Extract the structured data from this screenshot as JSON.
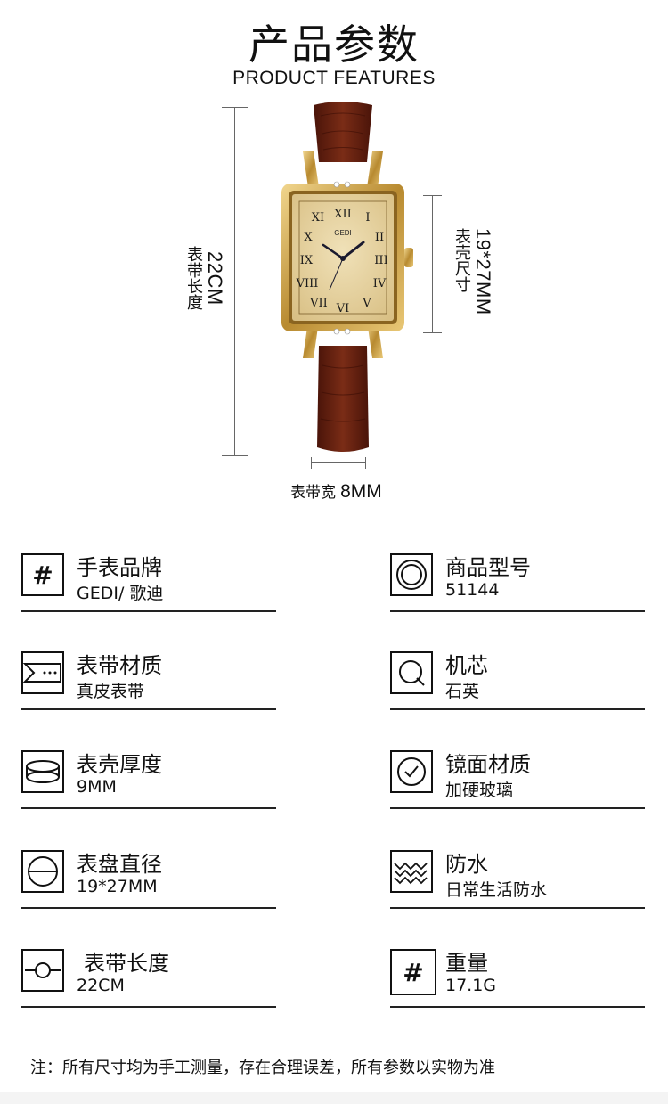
{
  "header": {
    "title_cn": "产品参数",
    "title_en": "PRODUCT FEATURES"
  },
  "dimensions": {
    "strap_length_label": "表带长度",
    "strap_length_value": "22CM",
    "case_size_label": "表壳尺寸",
    "case_size_value": "19*27MM",
    "band_width_label": "表带宽",
    "band_width_value": "8MM"
  },
  "watch": {
    "brand_mark": "GEDI"
  },
  "specs": [
    {
      "icon": "hash-icon",
      "label": "手表品牌",
      "value": "GEDI/ 歌迪"
    },
    {
      "icon": "concentric-circles-icon",
      "label": "商品型号",
      "value": "51144"
    },
    {
      "icon": "strap-icon",
      "label": "表带材质",
      "value": "真皮表带"
    },
    {
      "icon": "magnifier-q-icon",
      "label": "机芯",
      "value": "石英"
    },
    {
      "icon": "case-thickness-icon",
      "label": "表壳厚度",
      "value": "9MM"
    },
    {
      "icon": "check-circle-icon",
      "label": "镜面材质",
      "value": "加硬玻璃"
    },
    {
      "icon": "dial-diameter-icon",
      "label": "表盘直径",
      "value": "19*27MM"
    },
    {
      "icon": "waves-icon",
      "label": "防水",
      "value": "日常生活防水"
    },
    {
      "icon": "strap-length-icon",
      "label": "表带长度",
      "value": "22CM"
    },
    {
      "icon": "hash-icon",
      "label": "重量",
      "value": "17.1G"
    }
  ],
  "note": "注：所有尺寸均为手工测量，存在合理误差，所有参数以实物为准",
  "colors": {
    "leather": "#6e2412",
    "gold": "#c9a24a",
    "dial": "#e6d3a3"
  }
}
